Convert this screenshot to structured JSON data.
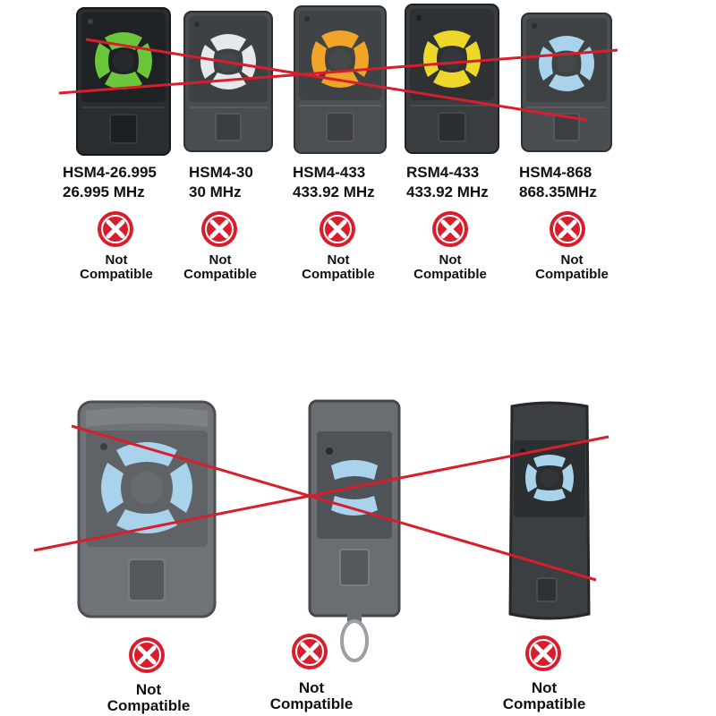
{
  "colors": {
    "cross_line": "#d81e2c",
    "badge_red": "#d81e2c",
    "badge_x": "#ffffff",
    "button_green": "#6cc63c",
    "button_white": "#e6e9ec",
    "button_orange": "#f0a428",
    "button_yellow": "#ecd72a",
    "button_light_blue": "#a9d3ea"
  },
  "top_row": [
    {
      "model": "HSM4-26.995",
      "frequency": "26.995 MHz",
      "status_line1": "Not",
      "status_line2": "Compatible",
      "button_color": "green",
      "icon": "x-circle-icon"
    },
    {
      "model": "HSM4-30",
      "frequency": "30 MHz",
      "status_line1": "Not",
      "status_line2": "Compatible",
      "button_color": "white",
      "icon": "x-circle-icon"
    },
    {
      "model": "HSM4-433",
      "frequency": "433.92 MHz",
      "status_line1": "Not",
      "status_line2": "Compatible",
      "button_color": "orange",
      "icon": "x-circle-icon"
    },
    {
      "model": "RSM4-433",
      "frequency": "433.92 MHz",
      "status_line1": "Not",
      "status_line2": "Compatible",
      "button_color": "yellow",
      "icon": "x-circle-icon"
    },
    {
      "model": "HSM4-868",
      "frequency": "868.35MHz",
      "status_line1": "Not",
      "status_line2": "Compatible",
      "button_color": "light-blue",
      "icon": "x-circle-icon"
    }
  ],
  "bottom_row": [
    {
      "status_line1": "Not",
      "status_line2": "Compatible",
      "button_color": "light-blue",
      "icon": "x-circle-icon"
    },
    {
      "status_line1": "Not",
      "status_line2": "Compatible",
      "button_color": "light-blue",
      "icon": "x-circle-icon"
    },
    {
      "status_line1": "Not",
      "status_line2": "Compatible",
      "button_color": "light-blue",
      "icon": "x-circle-icon"
    }
  ]
}
